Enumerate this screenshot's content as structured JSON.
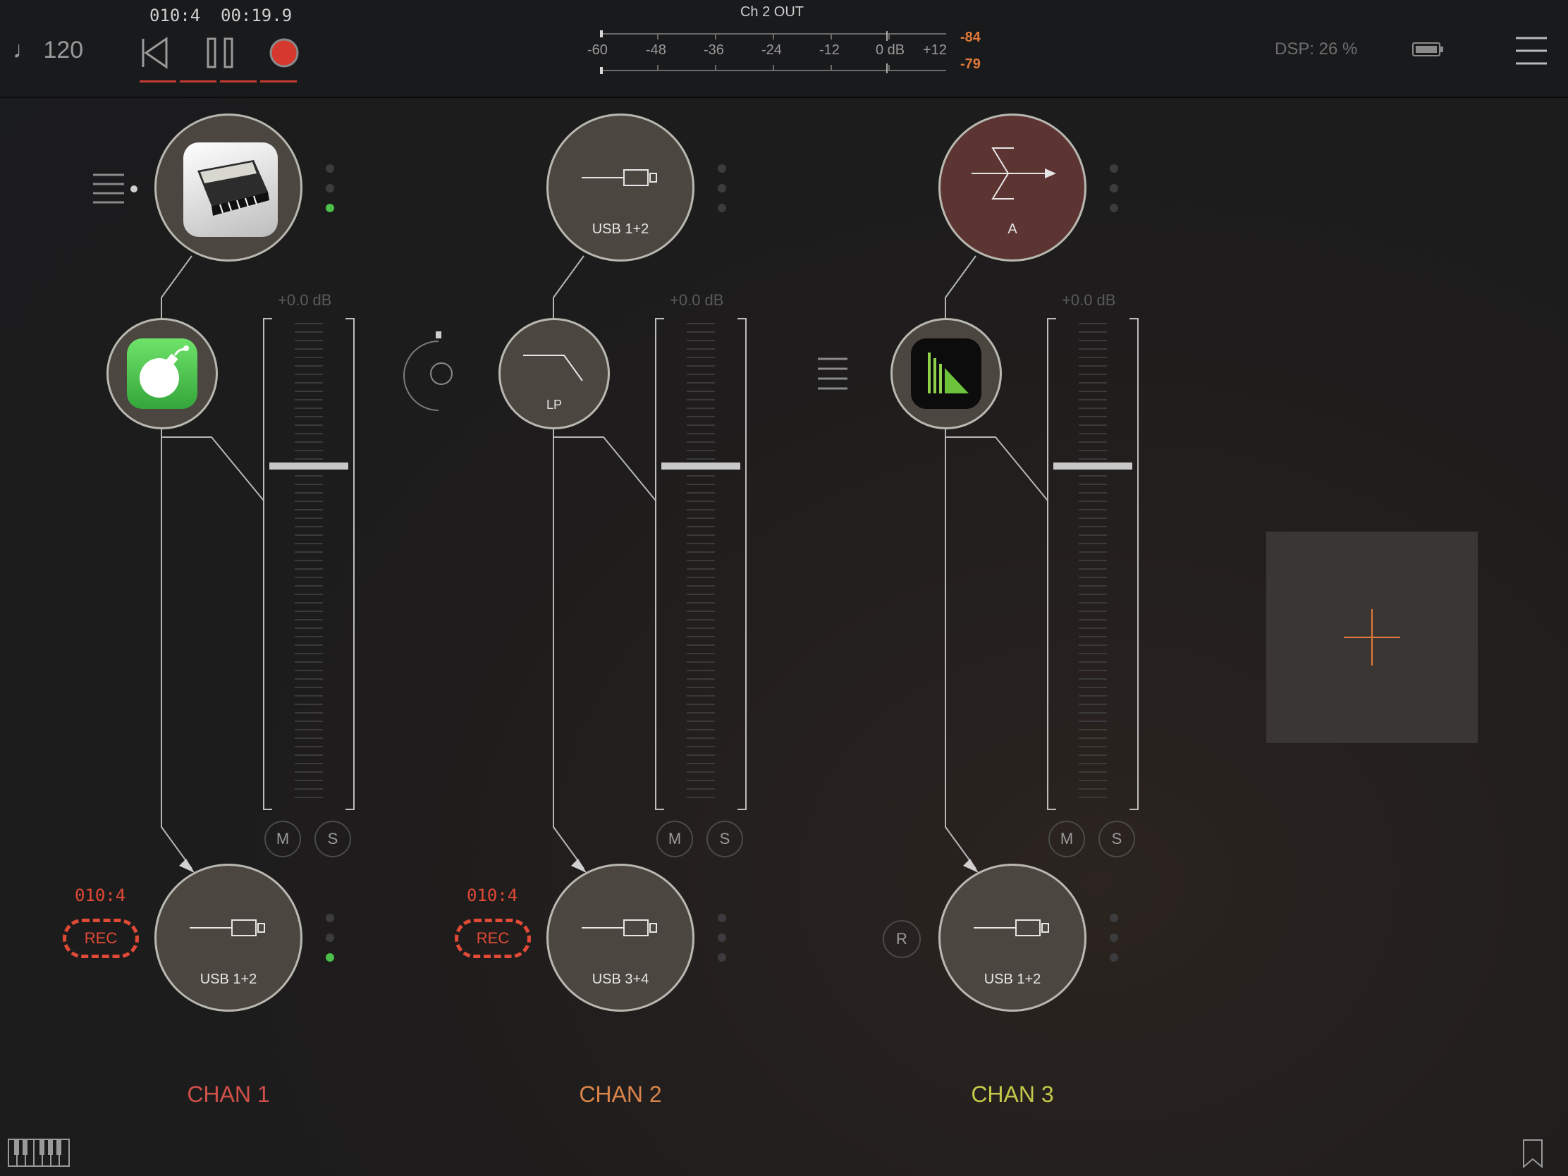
{
  "transport": {
    "tempo": "♩ 120",
    "position": "010:4",
    "time": "00:19.9",
    "icons": [
      "skip-back-icon",
      "pause-icon",
      "record-icon"
    ]
  },
  "meter": {
    "title": "Ch 2 OUT",
    "scale": [
      "-60",
      "-48",
      "-36",
      "-24",
      "-12",
      "0 dB",
      "+12"
    ],
    "peak_top": "-84",
    "peak_bottom": "-79"
  },
  "status": {
    "dsp": "DSP: 26 %"
  },
  "channels": [
    {
      "name": "CHAN 1",
      "color": "#d0504a",
      "db": "+0.0 dB",
      "mute": "M",
      "solo": "S",
      "output": "USB 1+2",
      "rec_time": "010:4",
      "rec_label": "REC"
    },
    {
      "name": "CHAN 2",
      "color": "#d9844a",
      "input": "USB 1+2",
      "filter": "LP",
      "db": "+0.0 dB",
      "mute": "M",
      "solo": "S",
      "output": "USB 3+4",
      "rec_time": "010:4",
      "rec_label": "REC"
    },
    {
      "name": "CHAN 3",
      "color": "#c2c84a",
      "input": "A",
      "db": "+0.0 dB",
      "mute": "M",
      "solo": "S",
      "output": "USB 1+2",
      "r_label": "R"
    }
  ],
  "colors": {
    "accent": "#e0793a",
    "record": "#e14a36",
    "active_led": "#4cc04a"
  }
}
